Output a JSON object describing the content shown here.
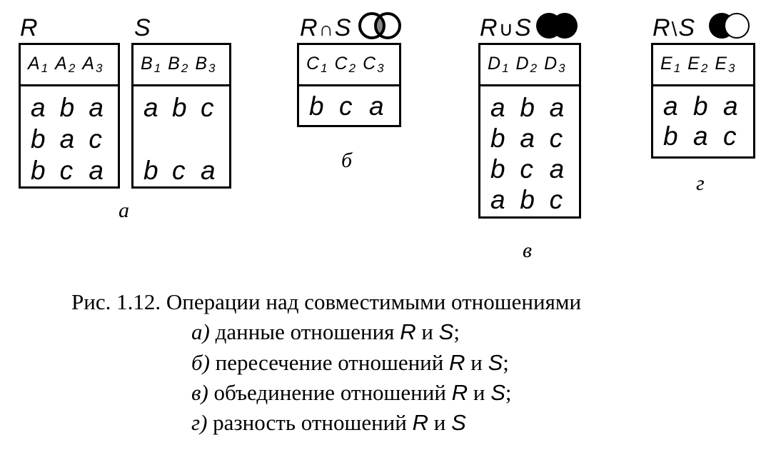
{
  "relations": {
    "R": {
      "name": "R",
      "header": [
        {
          "l": "A",
          "s": "1"
        },
        {
          "l": "A",
          "s": "2"
        },
        {
          "l": "A",
          "s": "3"
        }
      ],
      "rows": [
        [
          "a",
          "b",
          "a"
        ],
        [
          "b",
          "a",
          "c"
        ],
        [
          "b",
          "c",
          "a"
        ]
      ]
    },
    "S": {
      "name": "S",
      "header": [
        {
          "l": "B",
          "s": "1"
        },
        {
          "l": "B",
          "s": "2"
        },
        {
          "l": "B",
          "s": "3"
        }
      ],
      "rows": [
        [
          "a",
          "b",
          "c"
        ],
        [
          "",
          "",
          ""
        ],
        [
          "b",
          "c",
          "a"
        ]
      ]
    },
    "intersection": {
      "left": "R",
      "op": "∩",
      "right": "S",
      "header": [
        {
          "l": "C",
          "s": "1"
        },
        {
          "l": "C",
          "s": "2"
        },
        {
          "l": "C",
          "s": "3"
        }
      ],
      "rows": [
        [
          "b",
          "c",
          "a"
        ]
      ]
    },
    "union": {
      "left": "R",
      "op": "∪",
      "right": "S",
      "header": [
        {
          "l": "D",
          "s": "1"
        },
        {
          "l": "D",
          "s": "2"
        },
        {
          "l": "D",
          "s": "3"
        }
      ],
      "rows": [
        [
          "a",
          "b",
          "a"
        ],
        [
          "b",
          "a",
          "c"
        ],
        [
          "b",
          "c",
          "a"
        ],
        [
          "a",
          "b",
          "c"
        ]
      ]
    },
    "difference": {
      "left": "R",
      "op": "\\",
      "right": "S",
      "header": [
        {
          "l": "E",
          "s": "1"
        },
        {
          "l": "E",
          "s": "2"
        },
        {
          "l": "E",
          "s": "3"
        }
      ],
      "rows": [
        [
          "a",
          "b",
          "a"
        ],
        [
          "b",
          "a",
          "c"
        ]
      ]
    }
  },
  "panel_labels": {
    "a": "а",
    "b": "б",
    "c": "в",
    "d": "г"
  },
  "caption": {
    "line1": "Рис. 1.12.  Операции над совместимыми отношениями",
    "line2": {
      "label": "а)",
      "text": " данные отношения ",
      "r": "R",
      "and": " и ",
      "s": "S",
      "end": ";"
    },
    "line3": {
      "label": "б)",
      "text": " пересечение отношений ",
      "r": "R",
      "and": " и ",
      "s": "S",
      "end": ";"
    },
    "line4": {
      "label": "в)",
      "text": " объединение отношений ",
      "r": "R",
      "and": " и ",
      "s": "S",
      "end": ";"
    },
    "line5": {
      "label": "г)",
      "text": " разность отношений ",
      "r": "R",
      "and": " и ",
      "s": "S",
      "end": ""
    }
  },
  "colors": {
    "ink": "#000000",
    "intersection_fill": "#888888",
    "background": "#ffffff"
  },
  "icons": [
    "venn-intersection-icon",
    "venn-union-icon",
    "venn-difference-icon"
  ]
}
